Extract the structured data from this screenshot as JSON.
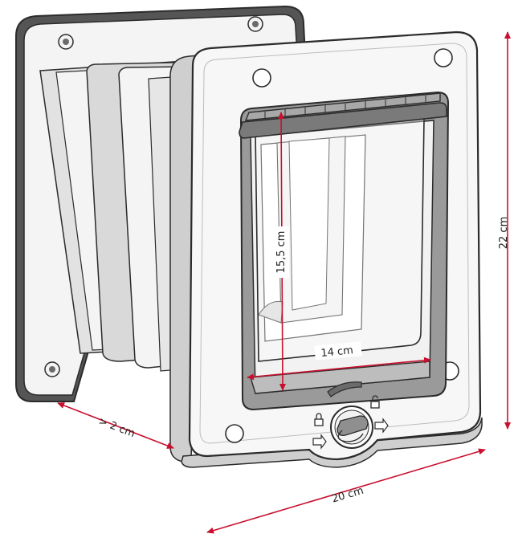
{
  "diagram": {
    "labels": {
      "depth": "> 2 cm",
      "width": "20 cm",
      "height": "22 cm",
      "flap_width": "14 cm",
      "flap_height": "15,5 cm"
    },
    "icons": [
      "lock-closed-icon",
      "lock-open-icon",
      "cat-in-icon",
      "cat-out-icon",
      "rotary-dial-icon"
    ],
    "colors": {
      "outline": "#2b2b2b",
      "frame_fill": "#f4f4f4",
      "shade": "#d9d9d9",
      "dark_shade": "#9a9a9a",
      "seal": "#555555",
      "dimension": "#c8102e",
      "background": "#ffffff"
    }
  }
}
